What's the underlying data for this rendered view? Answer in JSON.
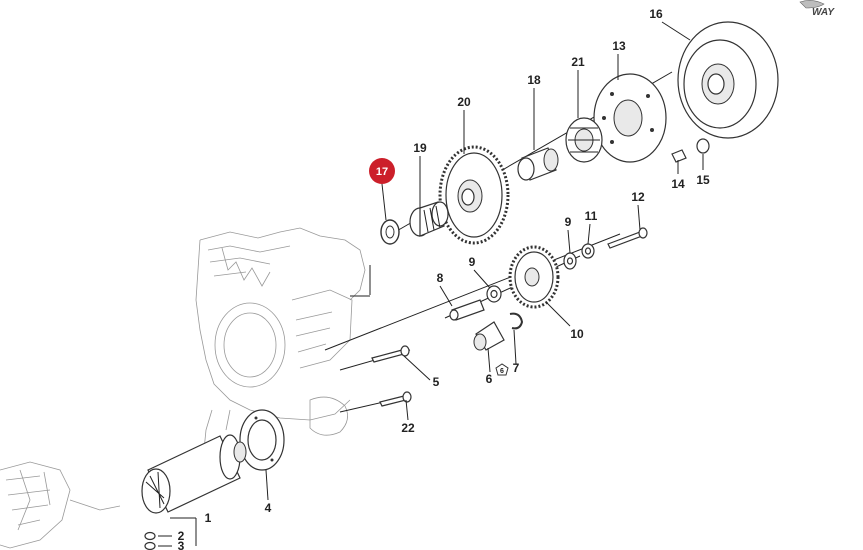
{
  "highlight": {
    "part": "17",
    "color": "#cc1f2a"
  },
  "logo": {
    "text": "WAY"
  },
  "parts": [
    {
      "key": "p1",
      "label": "1"
    },
    {
      "key": "p2",
      "label": "2"
    },
    {
      "key": "p3",
      "label": "3"
    },
    {
      "key": "p4",
      "label": "4"
    },
    {
      "key": "p5",
      "label": "5"
    },
    {
      "key": "p6",
      "label": "6"
    },
    {
      "key": "p7",
      "label": "7"
    },
    {
      "key": "p8",
      "label": "8"
    },
    {
      "key": "p9a",
      "label": "9"
    },
    {
      "key": "p9b",
      "label": "9"
    },
    {
      "key": "p10",
      "label": "10"
    },
    {
      "key": "p11",
      "label": "11"
    },
    {
      "key": "p12",
      "label": "12"
    },
    {
      "key": "p13",
      "label": "13"
    },
    {
      "key": "p14",
      "label": "14"
    },
    {
      "key": "p15",
      "label": "15"
    },
    {
      "key": "p16",
      "label": "16"
    },
    {
      "key": "p18",
      "label": "18"
    },
    {
      "key": "p19",
      "label": "19"
    },
    {
      "key": "p20",
      "label": "20"
    },
    {
      "key": "p21",
      "label": "21"
    },
    {
      "key": "p22",
      "label": "22"
    }
  ]
}
